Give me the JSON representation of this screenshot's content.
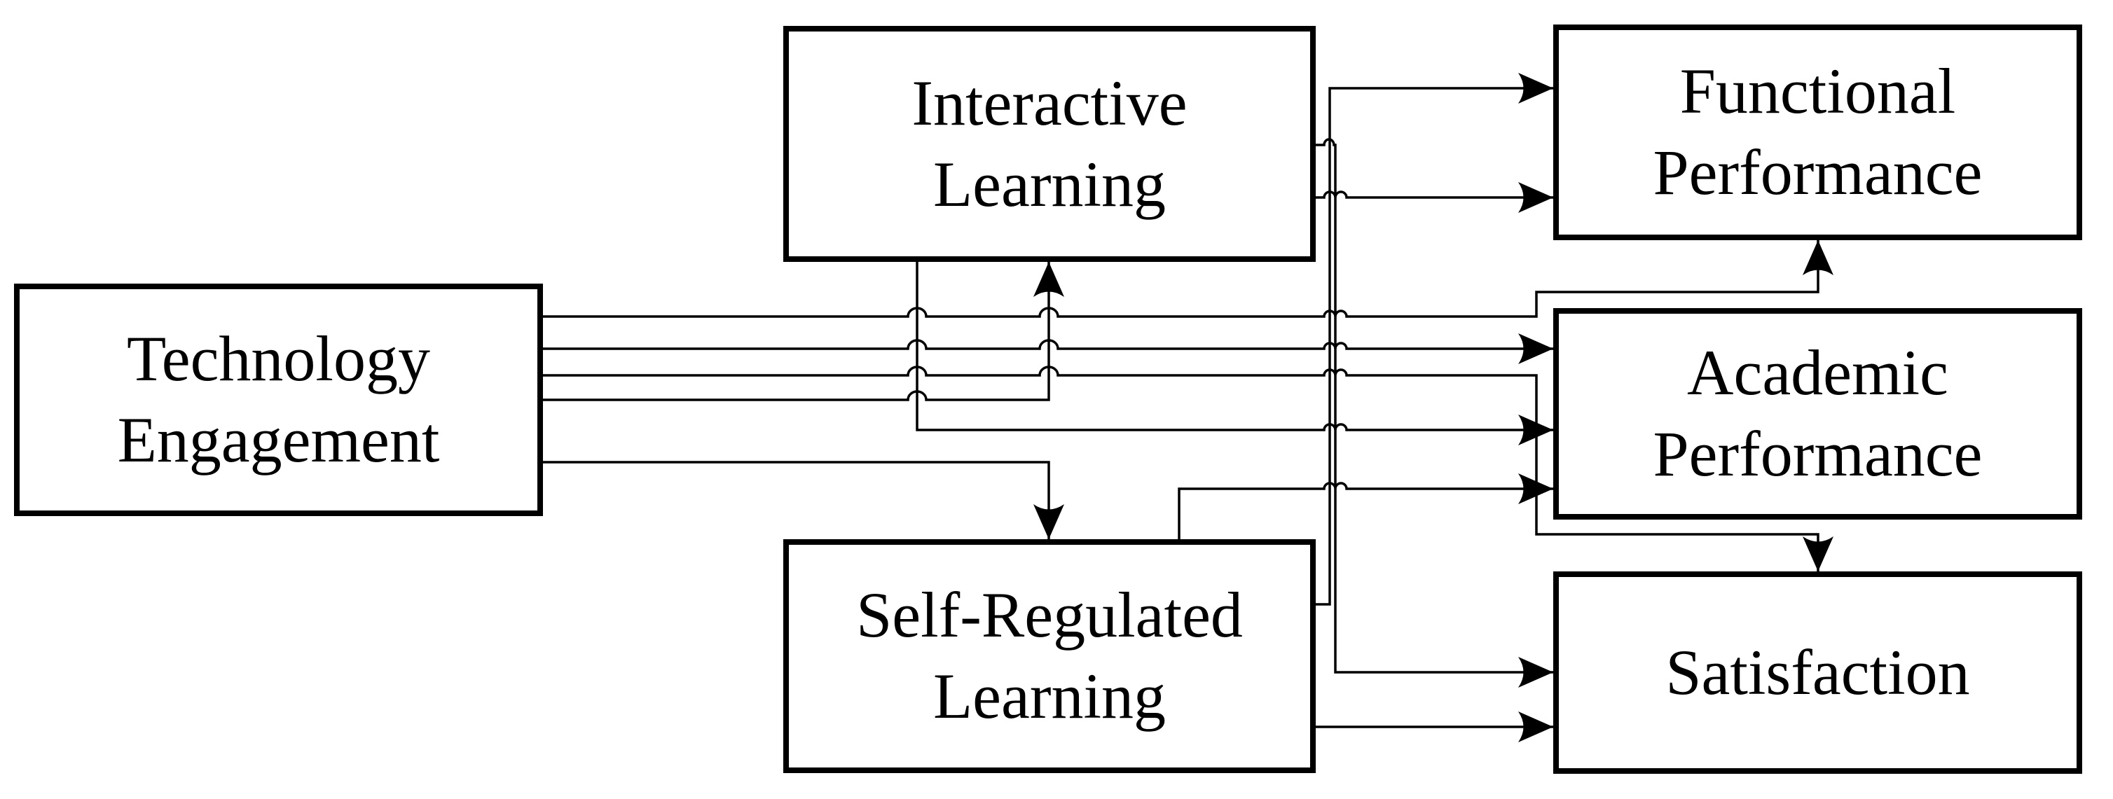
{
  "diagram": {
    "background_color": "#ffffff",
    "line_color": "#000000",
    "box_fill_color": "#ffffff",
    "nodes": {
      "technology_engagement": {
        "line1": "Technology",
        "line2": "Engagement"
      },
      "interactive_learning": {
        "line1": "Interactive",
        "line2": "Learning"
      },
      "self_regulated_learning": {
        "line1": "Self-Regulated",
        "line2": "Learning"
      },
      "functional_performance": {
        "line1": "Functional",
        "line2": "Performance"
      },
      "academic_performance": {
        "line1": "Academic",
        "line2": "Performance"
      },
      "satisfaction": {
        "line1": "Satisfaction"
      }
    },
    "edges": [
      {
        "from": "Technology Engagement",
        "to": "Interactive Learning"
      },
      {
        "from": "Technology Engagement",
        "to": "Self-Regulated Learning"
      },
      {
        "from": "Technology Engagement",
        "to": "Functional Performance"
      },
      {
        "from": "Technology Engagement",
        "to": "Academic Performance"
      },
      {
        "from": "Technology Engagement",
        "to": "Satisfaction"
      },
      {
        "from": "Interactive Learning",
        "to": "Functional Performance"
      },
      {
        "from": "Interactive Learning",
        "to": "Academic Performance"
      },
      {
        "from": "Interactive Learning",
        "to": "Satisfaction"
      },
      {
        "from": "Self-Regulated Learning",
        "to": "Functional Performance"
      },
      {
        "from": "Self-Regulated Learning",
        "to": "Academic Performance"
      },
      {
        "from": "Self-Regulated Learning",
        "to": "Satisfaction"
      }
    ]
  }
}
